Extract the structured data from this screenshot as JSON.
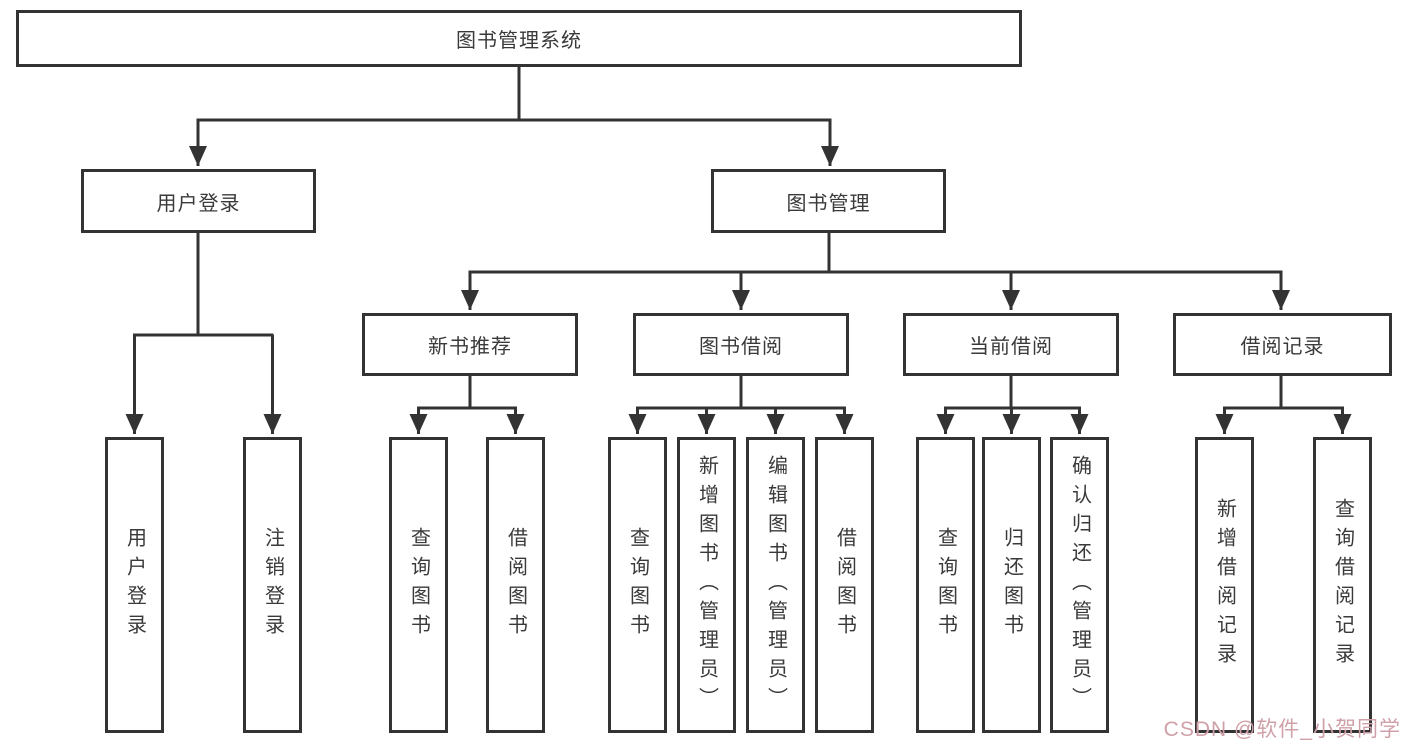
{
  "tree": {
    "label": "图书管理系统",
    "children": [
      {
        "label": "用户登录",
        "children": [
          {
            "label": "用户登录"
          },
          {
            "label": "注销登录"
          }
        ]
      },
      {
        "label": "图书管理",
        "children": [
          {
            "label": "新书推荐",
            "children": [
              {
                "label": "查询图书"
              },
              {
                "label": "借阅图书"
              }
            ]
          },
          {
            "label": "图书借阅",
            "children": [
              {
                "label": "查询图书"
              },
              {
                "label": "新增图书（管理员）"
              },
              {
                "label": "编辑图书（管理员）"
              },
              {
                "label": "借阅图书"
              }
            ]
          },
          {
            "label": "当前借阅",
            "children": [
              {
                "label": "查询图书"
              },
              {
                "label": "归还图书"
              },
              {
                "label": "确认归还（管理员）"
              }
            ]
          },
          {
            "label": "借阅记录",
            "children": [
              {
                "label": "新增借阅记录"
              },
              {
                "label": "查询借阅记录"
              }
            ]
          }
        ]
      }
    ]
  },
  "watermark": {
    "text": "CSDN @软件_小贺同学"
  },
  "colors": {
    "line": "#333333",
    "text": "#3a3a3a",
    "background": "#ffffff",
    "watermark": "#cfa0a8"
  }
}
